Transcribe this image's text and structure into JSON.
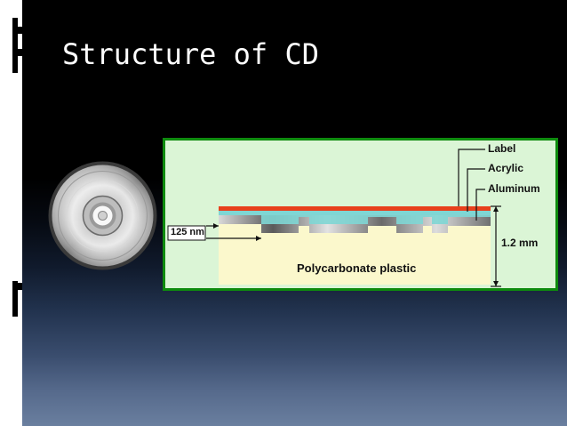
{
  "slide": {
    "title": "Structure of CD"
  },
  "diagram": {
    "labels": {
      "label": "Label",
      "acrylic": "Acrylic",
      "aluminum": "Aluminum",
      "pit_depth": "125 nm",
      "thickness": "1.2 mm",
      "substrate": "Polycarbonate plastic"
    },
    "colors": {
      "frame": "#0e8b0e",
      "background": "#dbf5d6",
      "label_layer": "#e8401c",
      "acrylic_layer": "#7fd6d4",
      "aluminum_layer": "#8a8a8a",
      "polycarbonate": "#fbf8cc"
    }
  },
  "icons": {
    "disc": "compact-disc-icon"
  }
}
